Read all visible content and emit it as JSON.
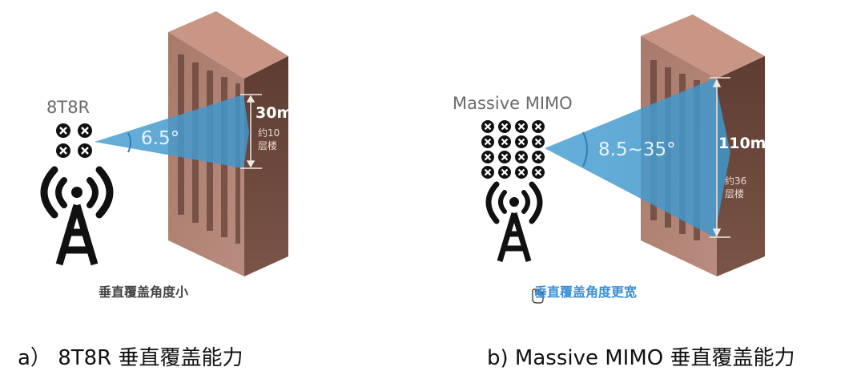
{
  "panel_a": {
    "antenna_label": "8T8R",
    "antenna_elements": 4,
    "angle_label": "6.5°",
    "height_label": "30m",
    "floors_line1": "约10",
    "floors_line2": "层楼",
    "note": "垂直覆盖角度小",
    "caption": "a） 8T8R 垂直覆盖能力"
  },
  "panel_b": {
    "antenna_label": "Massive MIMO",
    "antenna_elements": 16,
    "angle_label": "8.5~35°",
    "height_label": "110m",
    "floors_line1": "约36",
    "floors_line2": "层楼",
    "note": "垂直覆盖角度更宽",
    "caption": "b) Massive MIMO 垂直覆盖能力"
  },
  "colors": {
    "beam": "#4ba3d3",
    "building_front": "#a47466",
    "building_side": "#6b4438",
    "building_top": "#c99889",
    "note_blue": "#3a8fd8"
  }
}
